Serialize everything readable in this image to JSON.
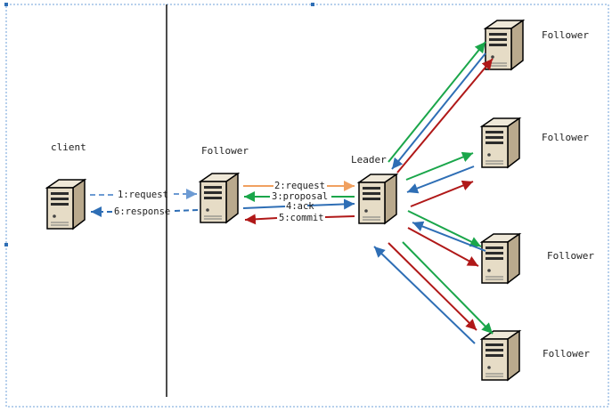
{
  "nodes": {
    "client": "client",
    "follower_main": "Follower",
    "leader": "Leader",
    "followers_right": [
      "Follower",
      "Follower",
      "Follower",
      "Follower"
    ]
  },
  "messages": {
    "m1": "1:request",
    "m2": "2:request",
    "m3": "3:proposal",
    "m4": "4:ack",
    "m5": "5:commit",
    "m6": "6:response"
  },
  "colors": {
    "request_client": "#6d9bd3",
    "response_client": "#2e6eb5",
    "request_leader": "#f0a060",
    "proposal": "#1aa64a",
    "ack": "#2e6eb5",
    "commit": "#b01818",
    "divider": "#111111"
  }
}
